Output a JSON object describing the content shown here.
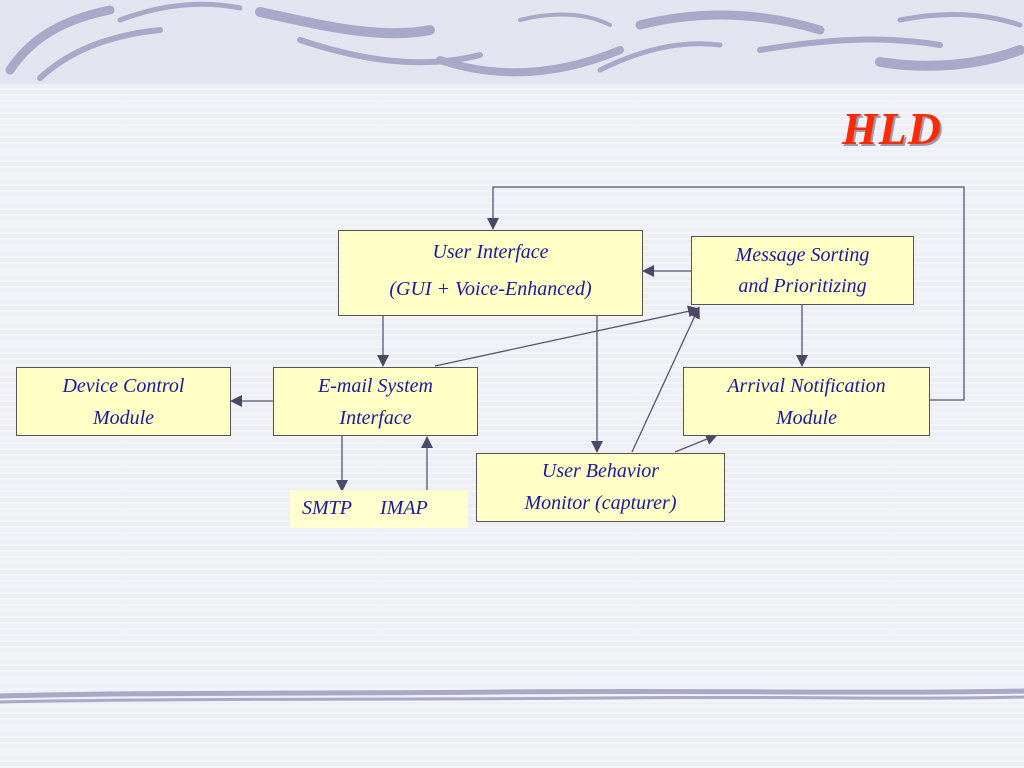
{
  "title": "HLD",
  "nodes": {
    "ui": {
      "line1": "User Interface",
      "line2": "(GUI + Voice-Enhanced)"
    },
    "sorting": {
      "line1": "Message Sorting",
      "line2": "and Prioritizing"
    },
    "device": {
      "line1": "Device Control",
      "line2": "Module"
    },
    "email": {
      "line1": "E-mail System",
      "line2": "Interface"
    },
    "arrival": {
      "line1": "Arrival Notification",
      "line2": "Module"
    },
    "behavior": {
      "line1": "User Behavior",
      "line2": "Monitor (capturer)"
    },
    "smtp": "SMTP",
    "imap": "IMAP"
  },
  "colors": {
    "title": "#ff2a00",
    "box_fill": "#ffffc6",
    "text": "#1a1aa0",
    "arrow": "#4a4a66"
  }
}
